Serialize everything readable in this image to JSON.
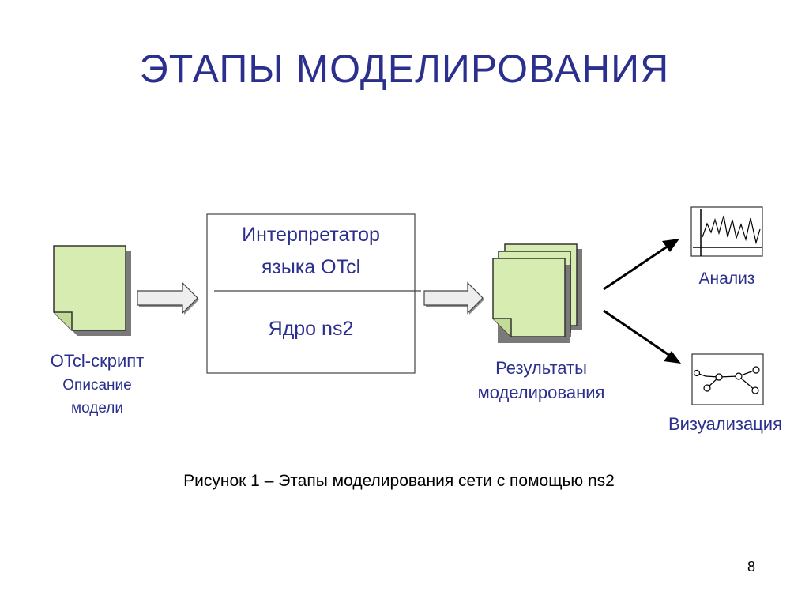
{
  "title": "ЭТАПЫ МОДЕЛИРОВАНИЯ",
  "script_node": {
    "label": "OTcl-скрипт",
    "sublabel_line1": "Описание",
    "sublabel_line2": "модели"
  },
  "interpreter_box": {
    "top_line1": "Интерпретатор",
    "top_line2": "языка OTcl",
    "bottom": "Ядро ns2"
  },
  "results_node": {
    "line1": "Результаты",
    "line2": "моделирования"
  },
  "analysis_node": {
    "label": "Анализ",
    "icon": "line-chart-icon"
  },
  "visualization_node": {
    "label": "Визуализация",
    "icon": "graph-network-icon"
  },
  "caption": "Рисунок 1 – Этапы моделирования сети с помощью ns2",
  "page_number": "8",
  "colors": {
    "title": "#2b2f8e",
    "document_fill": "#d6ecb0",
    "document_shadow": "#7a7a7a",
    "arrow_fill": "#eeeeee"
  }
}
